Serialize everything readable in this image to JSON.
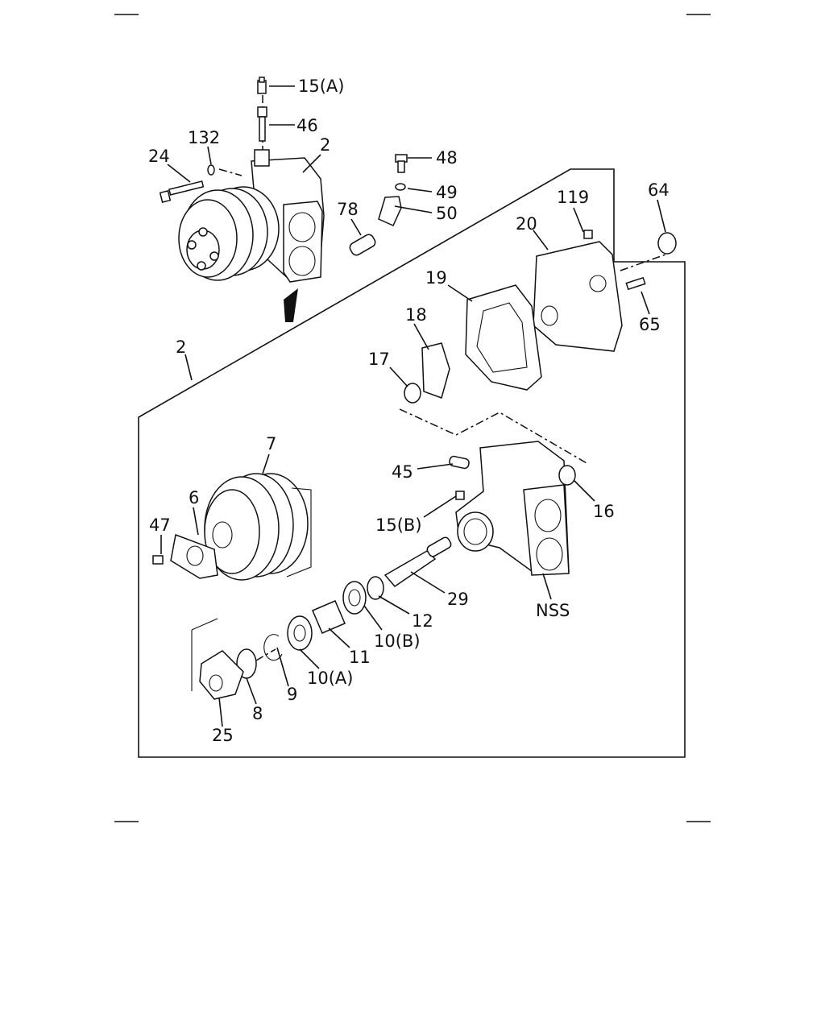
{
  "callouts": {
    "c15a": "15(A)",
    "c46": "46",
    "c132": "132",
    "c24": "24",
    "c2top": "2",
    "c48": "48",
    "c49": "49",
    "c50": "50",
    "c78": "78",
    "c119": "119",
    "c64": "64",
    "c20": "20",
    "c19": "19",
    "c18": "18",
    "c17": "17",
    "c65": "65",
    "c2side": "2",
    "c7": "7",
    "c6": "6",
    "c47": "47",
    "c45": "45",
    "c15b": "15(B)",
    "c16": "16",
    "c29": "29",
    "c12": "12",
    "c10b": "10(B)",
    "c11": "11",
    "c10a": "10(A)",
    "c9": "9",
    "c8": "8",
    "c25": "25",
    "cnss": "NSS"
  }
}
